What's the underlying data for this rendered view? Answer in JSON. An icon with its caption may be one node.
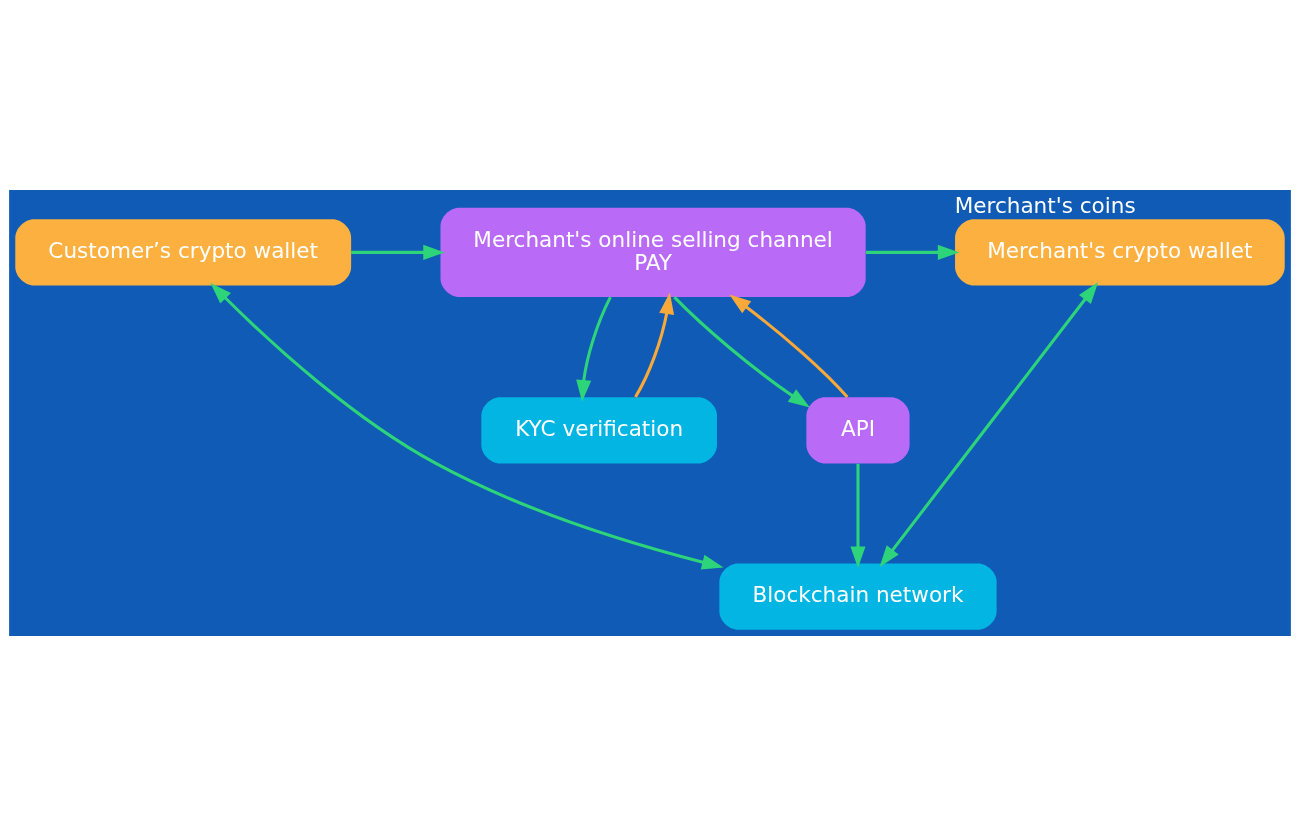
{
  "diagram": {
    "nodes": [
      {
        "text": [
          "Customer’s crypto wallet"
        ]
      },
      {
        "text": [
          "Merchant's online selling channel",
          "PAY"
        ]
      },
      {
        "text": [
          "Merchant's crypto wallet"
        ],
        "beside": [
          "Merchant's coins"
        ]
      },
      {
        "text": [
          "API"
        ]
      },
      {
        "text": [
          "KYC verification"
        ]
      },
      {
        "text": [
          "Blockchain network"
        ]
      }
    ],
    "edges": [
      {
        "from": 0,
        "to": 1,
        "arrow": "to"
      },
      {
        "from": 1,
        "to": 2,
        "arrow": "to"
      },
      {
        "from": 1,
        "to": 4,
        "arrow": "to"
      },
      {
        "from": 4,
        "to": 1,
        "arrow": "to",
        "color": "#f8a93a"
      },
      {
        "from": 1,
        "to": 3,
        "arrow": "to"
      },
      {
        "from": 3,
        "to": 1,
        "arrow": "to",
        "color": "#f8a93a"
      },
      {
        "from": 3,
        "to": 5,
        "arrow": "to"
      },
      {
        "from": 2,
        "to": 5,
        "arrow": "both"
      },
      {
        "from": 0,
        "to": 5,
        "arrow": "both"
      }
    ]
  }
}
